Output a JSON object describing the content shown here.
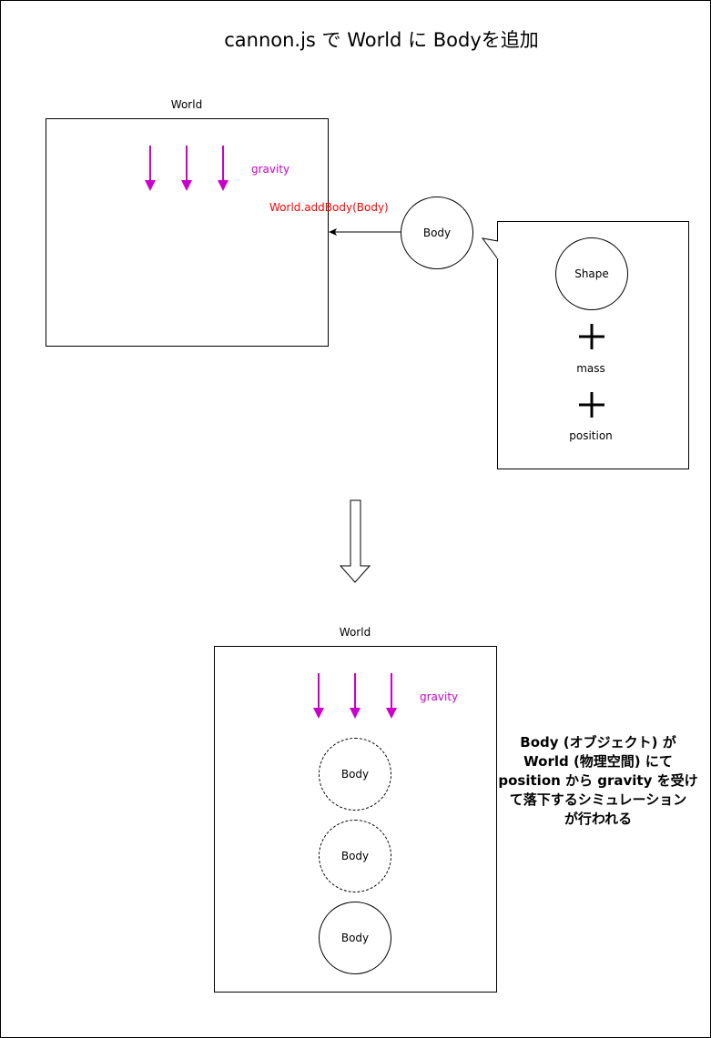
{
  "title": "cannon.js で World に Bodyを追加",
  "colors": {
    "gravity": "#cc00cc",
    "add_body": "#ff0000",
    "line": "#000000"
  },
  "top_world": {
    "label": "World",
    "gravity_label": "gravity"
  },
  "add_body_label": "World.addBody(Body)",
  "body_label": "Body",
  "callout": {
    "shape_label": "Shape",
    "mass_label": "mass",
    "position_label": "position"
  },
  "bottom_world": {
    "label": "World",
    "gravity_label": "gravity",
    "bodies": [
      "Body",
      "Body",
      "Body"
    ]
  },
  "summary": "Body (オブジェクト) が\nWorld (物理空間) にて\nposition から gravity を受け\nて落下するシミュレーション\nが行われる"
}
